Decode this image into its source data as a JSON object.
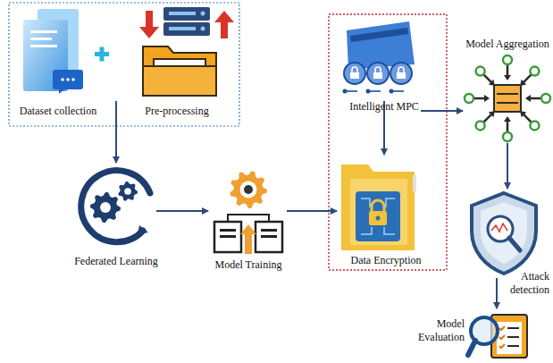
{
  "diagram": {
    "nodes": [
      {
        "text": [
          "Dataset collection"
        ]
      },
      {
        "text": [
          "Pre-processing"
        ]
      },
      {
        "text": [
          "Intelligent MPC"
        ]
      },
      {
        "text": [
          "Model Aggregation"
        ]
      },
      {
        "text": [
          "Federated Learning"
        ]
      },
      {
        "text": [
          "Model Training"
        ]
      },
      {
        "text": [
          "Data Encryption"
        ]
      },
      {
        "text": [
          "Attack detection"
        ]
      },
      {
        "text": [
          "Model Evaluation"
        ]
      }
    ],
    "edges": [
      {
        "from": 0,
        "to": 4,
        "arrow": "to"
      },
      {
        "from": 4,
        "to": 5,
        "arrow": "to"
      },
      {
        "from": 5,
        "to": 6,
        "arrow": "to"
      },
      {
        "from": 2,
        "to": 6,
        "arrow": "to"
      },
      {
        "from": 2,
        "to": 3,
        "arrow": "to"
      },
      {
        "from": 3,
        "to": 7,
        "arrow": "to"
      },
      {
        "from": 7,
        "to": 8,
        "arrow": "to"
      }
    ]
  }
}
